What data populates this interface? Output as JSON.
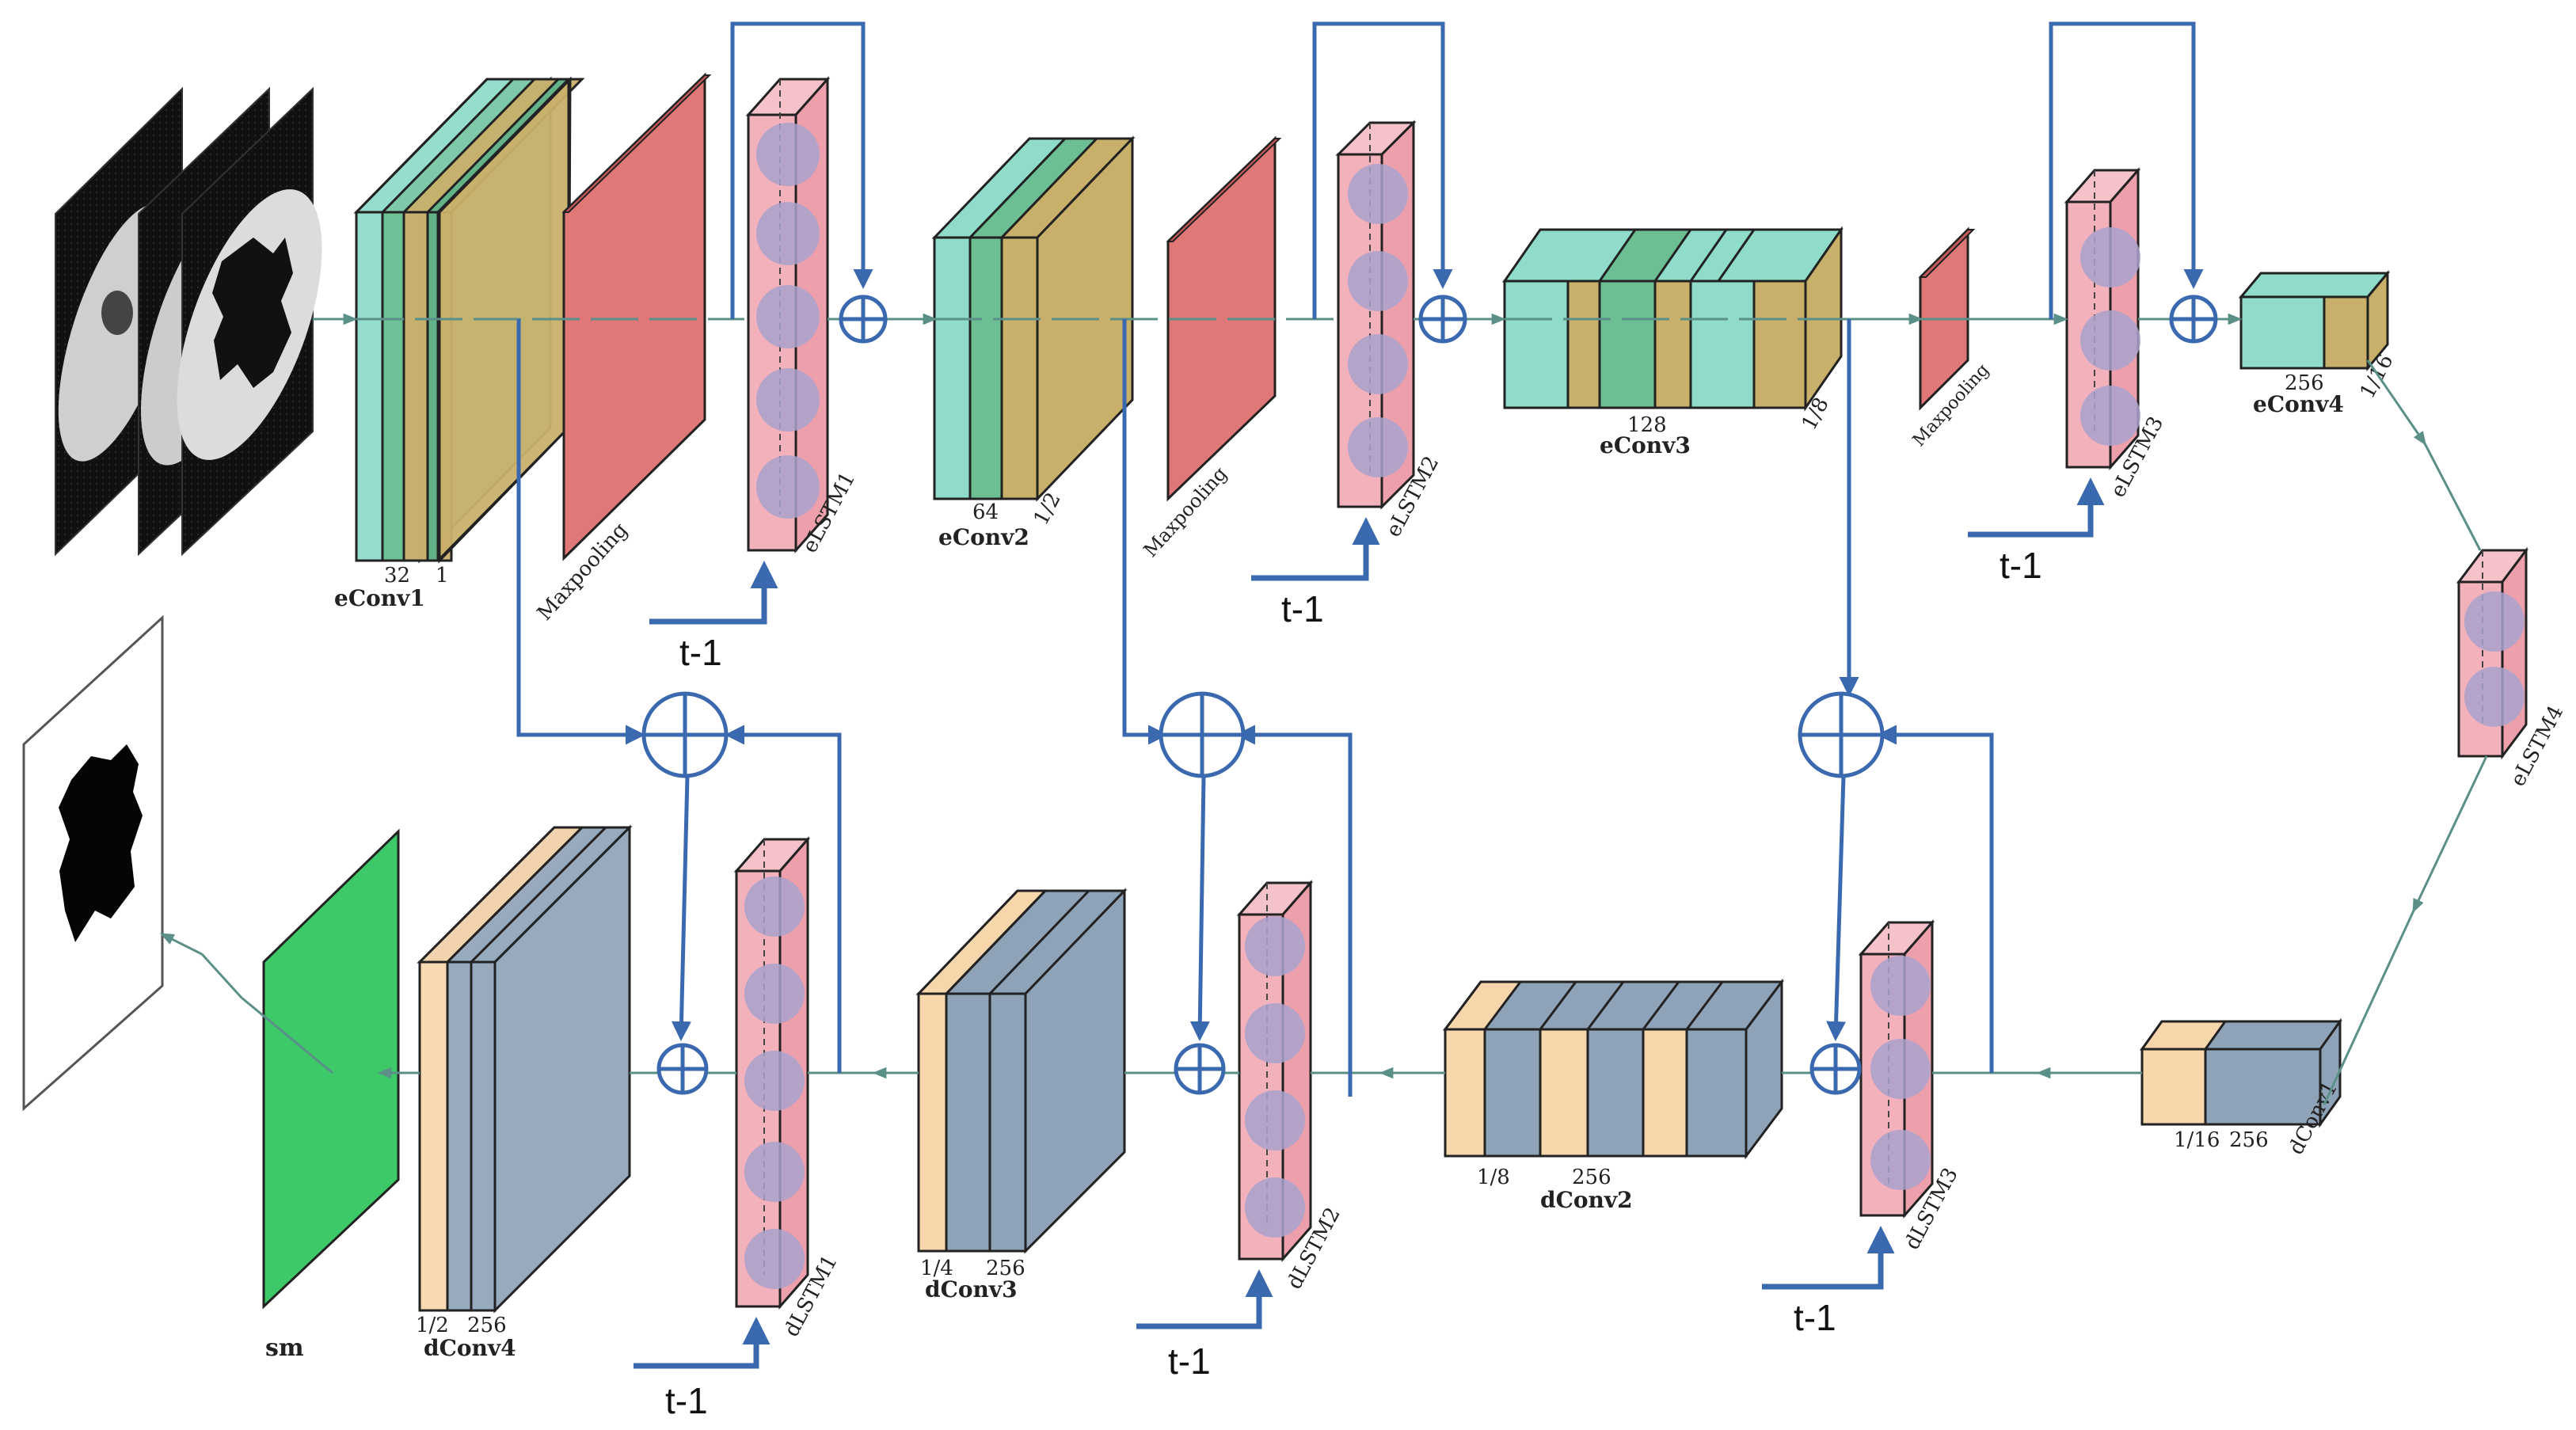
{
  "labels": {
    "econv1": "eConv1",
    "econv2": "eConv2",
    "econv3": "eConv3",
    "econv4": "eConv4",
    "dconv1": "dConv1",
    "dconv2": "dConv2",
    "dconv3": "dConv3",
    "dconv4": "dConv4",
    "elstm1": "eLSTM1",
    "elstm2": "eLSTM2",
    "elstm3": "eLSTM3",
    "elstm4": "eLSTM4",
    "dlstm1": "dLSTM1",
    "dlstm2": "dLSTM2",
    "dlstm3": "dLSTM3",
    "maxpool": "Maxpooling",
    "sm": "sm",
    "t_minus_1": "t-1"
  },
  "dims": {
    "econv1_ch": "32",
    "econv1_scale": "1",
    "econv2_ch": "64",
    "econv2_scale": "1/2",
    "econv3_ch": "128",
    "econv3_scale": "1/8",
    "econv4_ch": "256",
    "econv4_scale": "1/16",
    "dconv1_scale": "1/16",
    "dconv1_ch": "256",
    "dconv2_scale": "1/8",
    "dconv2_ch": "256",
    "dconv3_scale": "1/4",
    "dconv3_ch": "256",
    "dconv4_scale": "1/2",
    "dconv4_ch": "256"
  },
  "colors": {
    "teal": "#8fdccb",
    "tan": "#c9b06a",
    "salmon": "#e07878",
    "pink": "#f3b1bb",
    "lavender": "#a9a2cc",
    "steel": "#8fa3b8",
    "peach": "#f8d6ab",
    "green": "#3ec968",
    "arrow_blue": "#3a69b0",
    "flow_teal": "#5a9088"
  },
  "icons": {
    "sum": "circle-plus-icon"
  }
}
